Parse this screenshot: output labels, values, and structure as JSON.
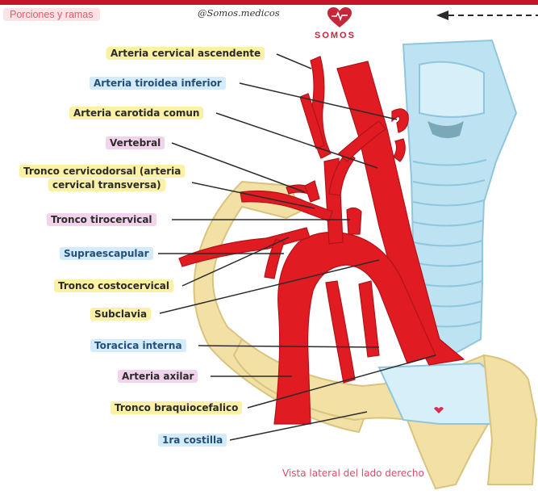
{
  "subtitle": "Porciones y ramas",
  "handle": "@Somos.medicos",
  "logo": {
    "text": "SOMOS",
    "icon": "heart-pulse-icon",
    "color": "#c7263a"
  },
  "footnote": "Vista lateral del lado derecho",
  "labels": {
    "arteria_cervical_ascendente": "Arteria cervical ascendente",
    "arteria_tiroidea_inferior": "Arteria tiroidea inferior",
    "arteria_carotida_comun": "Arteria carotida comun",
    "vertebral": "Vertebral",
    "tronco_cervicodorsal_1": "Tronco cervicodorsal (arteria",
    "tronco_cervicodorsal_2": "cervical transversa)",
    "tronco_tirocervical": "Tronco tirocervical",
    "supraescapular": "Supraescapular",
    "tronco_costocervical": "Tronco costocervical",
    "subclavia": "Subclavia",
    "toracica_interna": "Toracica interna",
    "arteria_axilar": "Arteria axilar",
    "tronco_braquiocefalico": "Tronco braquiocefalico",
    "primera_costilla": "1ra costilla"
  },
  "colors": {
    "artery": "#e11b22",
    "bone": "#f2e0a4",
    "cartilage": "#bde3f2",
    "label_yellow": "#fbf1a6",
    "label_blue": "#d3ebfb",
    "label_pink": "#f2d3ec"
  }
}
